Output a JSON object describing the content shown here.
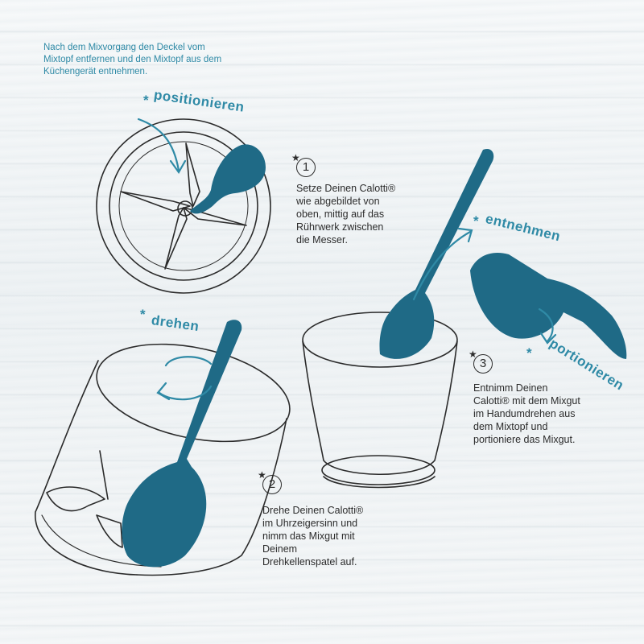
{
  "intro": "Nach dem Mixvorgang den Deckel vom Mixtopf entfernen und den Mixtopf aus dem Küchengerät entnehmen.",
  "labels": {
    "positionieren": "positionieren",
    "drehen": "drehen",
    "entnehmen": "entnehmen",
    "portionieren": "portionieren"
  },
  "steps": [
    {
      "number": "1",
      "text": "Setze Deinen Calotti® wie abgebildet von oben, mittig auf das Rührwerk zwischen die Messer."
    },
    {
      "number": "2",
      "text": "Drehe Deinen Calotti® im Uhrzeigersinn und nimm das Mixgut mit Deinem Drehkellenspatel auf."
    },
    {
      "number": "3",
      "text": "Entnimm Deinen Calotti® mit dem Mixgut im Handumdrehen aus dem Mixtopf und portioniere das Mixgut."
    }
  ],
  "colors": {
    "teal": "#1f6a86",
    "accent": "#2f8aa6"
  }
}
